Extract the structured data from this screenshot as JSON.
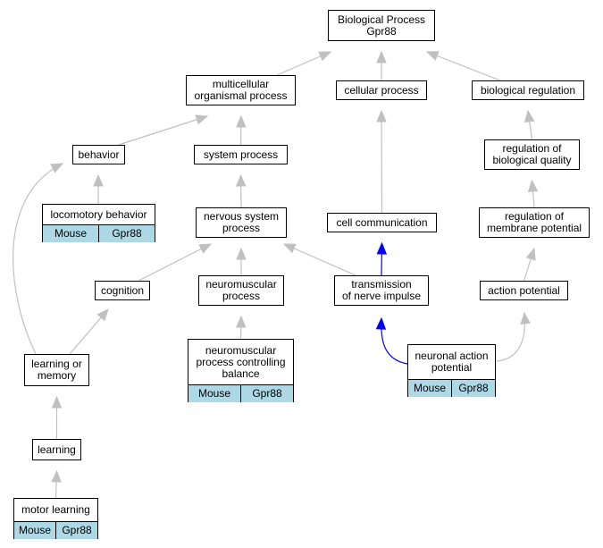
{
  "diagram": {
    "nodes": [
      {
        "id": "bp",
        "label": "Biological Process\nGpr88"
      },
      {
        "id": "mop",
        "label": "multicellular\norganismal process"
      },
      {
        "id": "cp",
        "label": "cellular process"
      },
      {
        "id": "breg",
        "label": "biological regulation"
      },
      {
        "id": "beh",
        "label": "behavior"
      },
      {
        "id": "sp",
        "label": "system process"
      },
      {
        "id": "rbq",
        "label": "regulation of\nbiological quality"
      },
      {
        "id": "loc",
        "label": "locomotory behavior",
        "tags": [
          "Mouse",
          "Gpr88"
        ]
      },
      {
        "id": "nsp",
        "label": "nervous system\nprocess"
      },
      {
        "id": "cc",
        "label": "cell communication"
      },
      {
        "id": "rmp",
        "label": "regulation of\nmembrane potential"
      },
      {
        "id": "cog",
        "label": "cognition"
      },
      {
        "id": "nmp",
        "label": "neuromuscular\nprocess"
      },
      {
        "id": "tni",
        "label": "transmission\nof nerve impulse"
      },
      {
        "id": "ap",
        "label": "action potential"
      },
      {
        "id": "lm",
        "label": "learning or\nmemory"
      },
      {
        "id": "nmb",
        "label": "neuromuscular\nprocess controlling\nbalance",
        "tags": [
          "Mouse",
          "Gpr88"
        ]
      },
      {
        "id": "nap",
        "label": "neuronal action\npotential",
        "tags": [
          "Mouse",
          "Gpr88"
        ]
      },
      {
        "id": "lrn",
        "label": "learning"
      },
      {
        "id": "ml",
        "label": "motor learning",
        "tags": [
          "Mouse",
          "Gpr88"
        ]
      }
    ],
    "edges": [
      {
        "from": "mop",
        "to": "bp",
        "color": "#c0c0c0"
      },
      {
        "from": "cp",
        "to": "bp",
        "color": "#c0c0c0"
      },
      {
        "from": "breg",
        "to": "bp",
        "color": "#c0c0c0"
      },
      {
        "from": "beh",
        "to": "mop",
        "color": "#c0c0c0"
      },
      {
        "from": "sp",
        "to": "mop",
        "color": "#c0c0c0"
      },
      {
        "from": "cc",
        "to": "cp",
        "color": "#c0c0c0"
      },
      {
        "from": "rbq",
        "to": "breg",
        "color": "#c0c0c0"
      },
      {
        "from": "loc",
        "to": "beh",
        "color": "#c0c0c0"
      },
      {
        "from": "nsp",
        "to": "sp",
        "color": "#c0c0c0"
      },
      {
        "from": "rmp",
        "to": "rbq",
        "color": "#c0c0c0"
      },
      {
        "from": "cog",
        "to": "nsp",
        "color": "#c0c0c0"
      },
      {
        "from": "nmp",
        "to": "nsp",
        "color": "#c0c0c0"
      },
      {
        "from": "tni",
        "to": "nsp",
        "color": "#c0c0c0"
      },
      {
        "from": "tni",
        "to": "cc",
        "color": "#0000ff"
      },
      {
        "from": "ap",
        "to": "rmp",
        "color": "#c0c0c0"
      },
      {
        "from": "lm",
        "to": "cog",
        "color": "#c0c0c0"
      },
      {
        "from": "lm",
        "to": "beh",
        "color": "#c0c0c0"
      },
      {
        "from": "nmb",
        "to": "nmp",
        "color": "#c0c0c0"
      },
      {
        "from": "nap",
        "to": "tni",
        "color": "#0000ff"
      },
      {
        "from": "nap",
        "to": "ap",
        "color": "#c0c0c0"
      },
      {
        "from": "lrn",
        "to": "lm",
        "color": "#c0c0c0"
      },
      {
        "from": "ml",
        "to": "lrn",
        "color": "#c0c0c0"
      }
    ]
  }
}
